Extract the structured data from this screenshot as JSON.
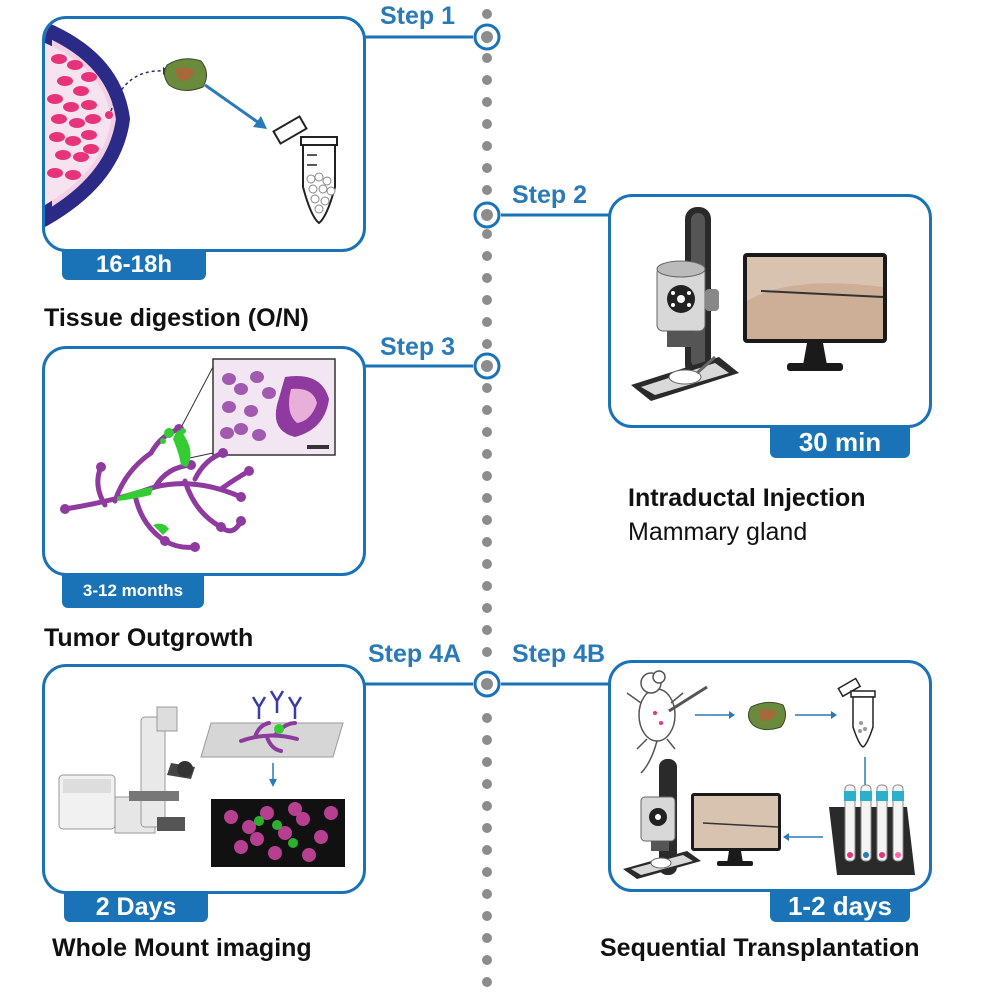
{
  "timeline": {
    "steps": {
      "step1": "Step 1",
      "step2": "Step 2",
      "step3": "Step 3",
      "step4a": "Step 4A",
      "step4b": "Step 4B"
    }
  },
  "panels": {
    "step1": {
      "duration": "16-18h",
      "caption": "Tissue digestion (O/N)"
    },
    "step2": {
      "duration": "30 min",
      "caption": "Intraductal Injection",
      "subcaption": "Mammary gland"
    },
    "step3": {
      "duration": "3-12 months",
      "caption": "Tumor Outgrowth"
    },
    "step4a": {
      "duration": "2 Days",
      "caption": "Whole Mount imaging"
    },
    "step4b": {
      "duration": "1-2 days",
      "caption": "Sequential Transplantation"
    }
  },
  "colors": {
    "accent": "#1a73b6",
    "step_label": "#2a7ab8",
    "timeline_dots": "#8c8c8c",
    "duct_purple": "#8e3a9e",
    "tumor_green": "#33cc33",
    "breast_pink": "#e6337a"
  }
}
